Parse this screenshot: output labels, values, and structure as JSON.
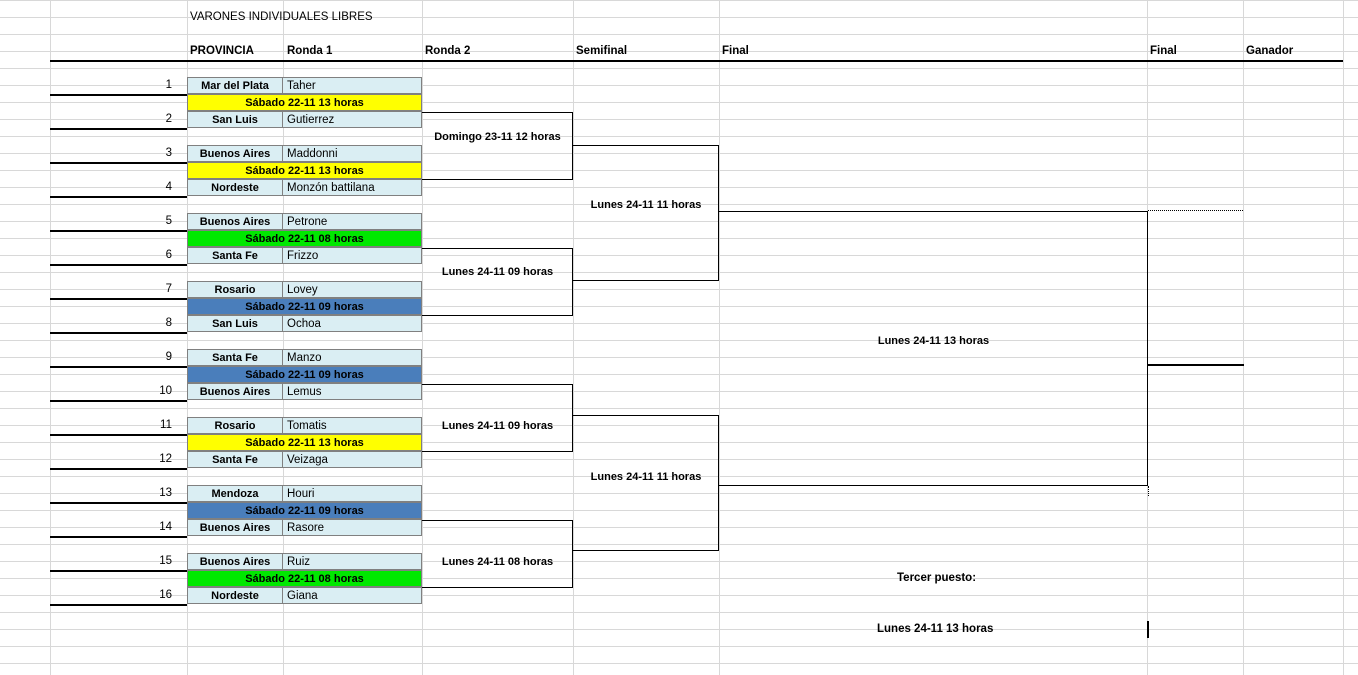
{
  "title": "VARONES INDIVIDUALES LIBRES",
  "headers": {
    "provincia": "PROVINCIA",
    "ronda1": "Ronda 1",
    "ronda2": "Ronda 2",
    "semifinal": "Semifinal",
    "final": "Final",
    "final2": "Final",
    "ganador": "Ganador"
  },
  "players": [
    {
      "seed": "1",
      "provincia": "Mar del Plata",
      "nombre": "Taher"
    },
    {
      "seed": "2",
      "provincia": "San Luis",
      "nombre": "Gutierrez"
    },
    {
      "seed": "3",
      "provincia": "Buenos Aires",
      "nombre": "Maddonni"
    },
    {
      "seed": "4",
      "provincia": "Nordeste",
      "nombre": "Monzón battilana"
    },
    {
      "seed": "5",
      "provincia": "Buenos Aires",
      "nombre": "Petrone"
    },
    {
      "seed": "6",
      "provincia": "Santa Fe",
      "nombre": "Frizzo"
    },
    {
      "seed": "7",
      "provincia": "Rosario",
      "nombre": "Lovey"
    },
    {
      "seed": "8",
      "provincia": "San Luis",
      "nombre": "Ochoa"
    },
    {
      "seed": "9",
      "provincia": "Santa Fe",
      "nombre": "Manzo"
    },
    {
      "seed": "10",
      "provincia": "Buenos Aires",
      "nombre": "Lemus"
    },
    {
      "seed": "11",
      "provincia": "Rosario",
      "nombre": "Tomatis"
    },
    {
      "seed": "12",
      "provincia": "Santa Fe",
      "nombre": "Veizaga"
    },
    {
      "seed": "13",
      "provincia": "Mendoza",
      "nombre": "Houri"
    },
    {
      "seed": "14",
      "provincia": "Buenos Aires",
      "nombre": "Rasore"
    },
    {
      "seed": "15",
      "provincia": "Buenos Aires",
      "nombre": "Ruiz"
    },
    {
      "seed": "16",
      "provincia": "Nordeste",
      "nombre": "Giana"
    }
  ],
  "ronda1_matches": [
    {
      "label": "Sábado 22-11 13 horas",
      "color": "yellow"
    },
    {
      "label": "Sábado 22-11 13 horas",
      "color": "yellow"
    },
    {
      "label": "Sábado 22-11 08 horas",
      "color": "green"
    },
    {
      "label": "Sábado 22-11 09 horas",
      "color": "blue"
    },
    {
      "label": "Sábado 22-11 09 horas",
      "color": "blue"
    },
    {
      "label": "Sábado 22-11 13 horas",
      "color": "yellow"
    },
    {
      "label": "Sábado 22-11 09 horas",
      "color": "blue"
    },
    {
      "label": "Sábado 22-11 08 horas",
      "color": "green"
    }
  ],
  "ronda2_matches": [
    {
      "label": "Domingo 23-11 12 horas"
    },
    {
      "label": "Lunes 24-11 09 horas"
    },
    {
      "label": "Lunes 24-11 09 horas"
    },
    {
      "label": "Lunes 24-11 08 horas"
    }
  ],
  "semifinal_matches": [
    {
      "label": "Lunes 24-11 11 horas"
    },
    {
      "label": "Lunes 24-11 11 horas"
    }
  ],
  "final_match": {
    "label": "Lunes 24-11 13 horas"
  },
  "tercer_puesto": {
    "label": "Tercer puesto:",
    "horario": "Lunes 24-11 13 horas"
  },
  "colors": {
    "yellow": "#ffff00",
    "green": "#00e800",
    "blue": "#4a7ebb",
    "player_row": "#daeef3",
    "gridline": "#d8d8d8",
    "bracket_line": "#000000"
  }
}
